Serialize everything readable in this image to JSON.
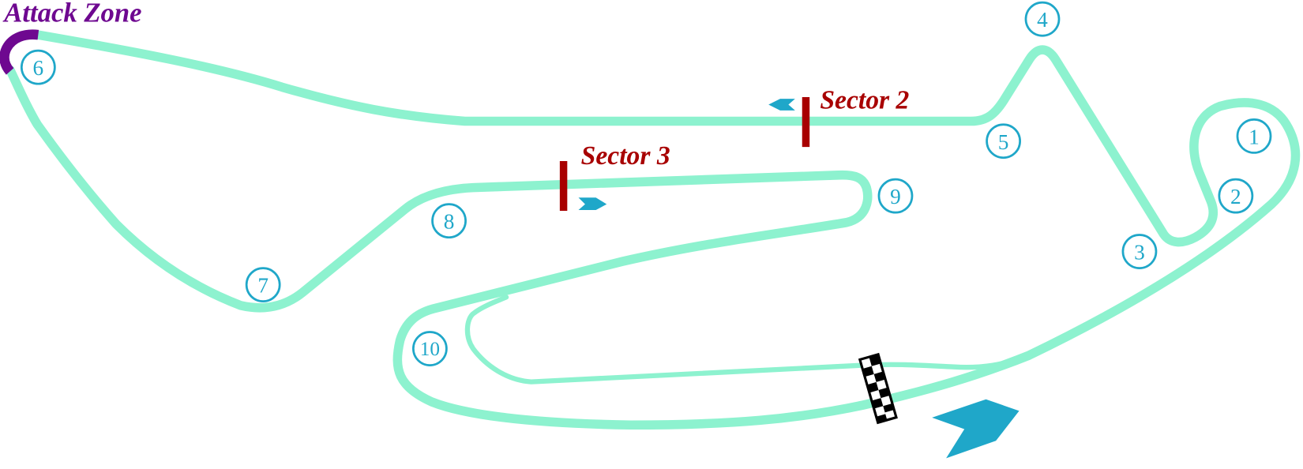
{
  "map": {
    "title": "Circuit layout",
    "colors": {
      "track": "#8DF2CF",
      "turn_marker": "#1FA7C9",
      "sector": "#A80000",
      "attack_zone": "#6E0890",
      "direction_arrow": "#1FA7C9"
    },
    "labels": {
      "attack_zone": "Attack Zone",
      "sector_2": "Sector 2",
      "sector_3": "Sector 3"
    },
    "turns": [
      {
        "number": "1"
      },
      {
        "number": "2"
      },
      {
        "number": "3"
      },
      {
        "number": "4"
      },
      {
        "number": "5"
      },
      {
        "number": "6"
      },
      {
        "number": "7"
      },
      {
        "number": "8"
      },
      {
        "number": "9"
      },
      {
        "number": "10"
      }
    ],
    "icons": {
      "start_finish": "checkered-flag-icon",
      "direction": "direction-arrow-icon",
      "sector_direction": "chevron-icon"
    }
  }
}
